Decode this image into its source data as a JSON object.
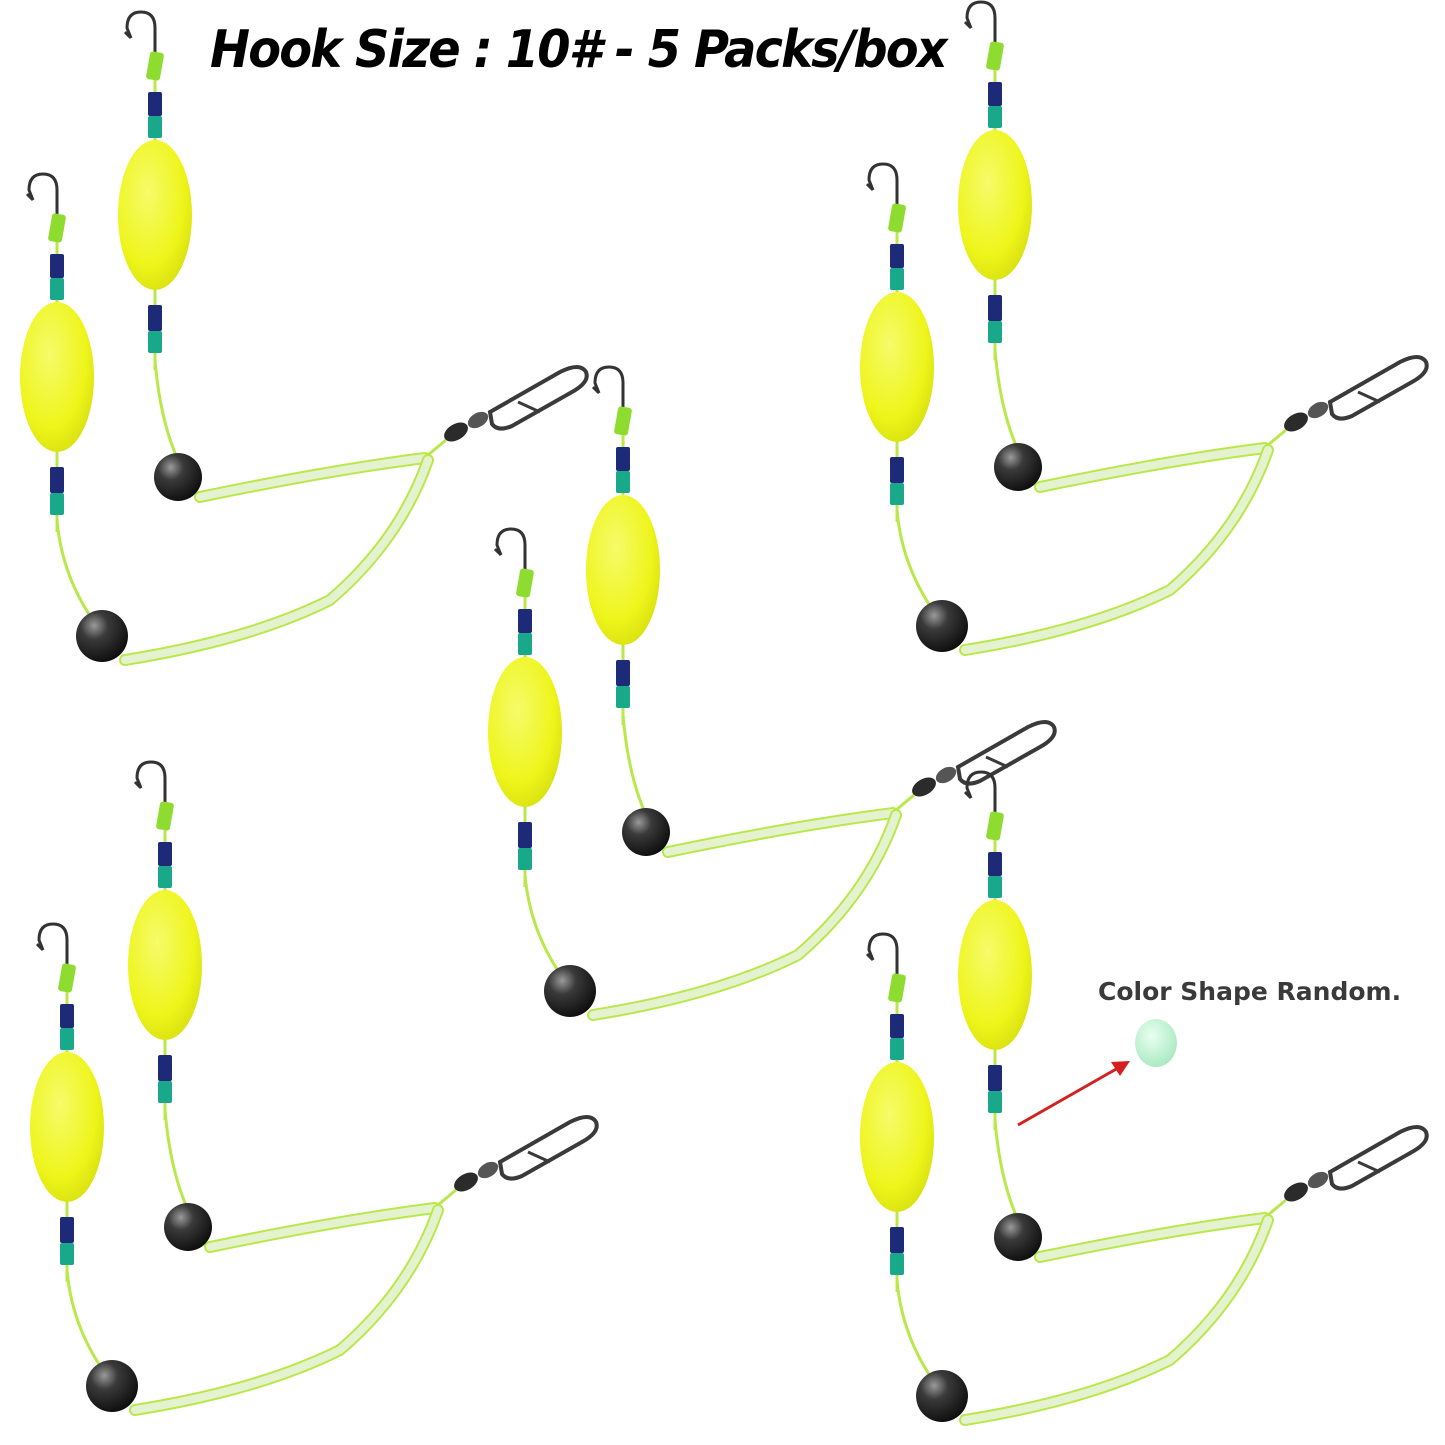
{
  "header": {
    "title": "Hook Size : 10# - 5 Packs/box"
  },
  "annotation": {
    "text": "Color Shape Random."
  },
  "product": {
    "pack_count": 5,
    "colors": {
      "float": "#eef51a",
      "leader": "#b9e84a",
      "tube": "#e4f2cf",
      "bead_dark": "#1c2a78",
      "bead_teal": "#1aa88a",
      "weight": "#1f1f1f",
      "swivel": "#2b2b2b",
      "arrow": "#d42020",
      "bead_sample": "#bff0d0"
    },
    "icons": [
      "hook-icon",
      "float-icon",
      "weight-ball-icon",
      "snap-swivel-icon",
      "bead-sample-icon",
      "arrow-icon"
    ]
  }
}
